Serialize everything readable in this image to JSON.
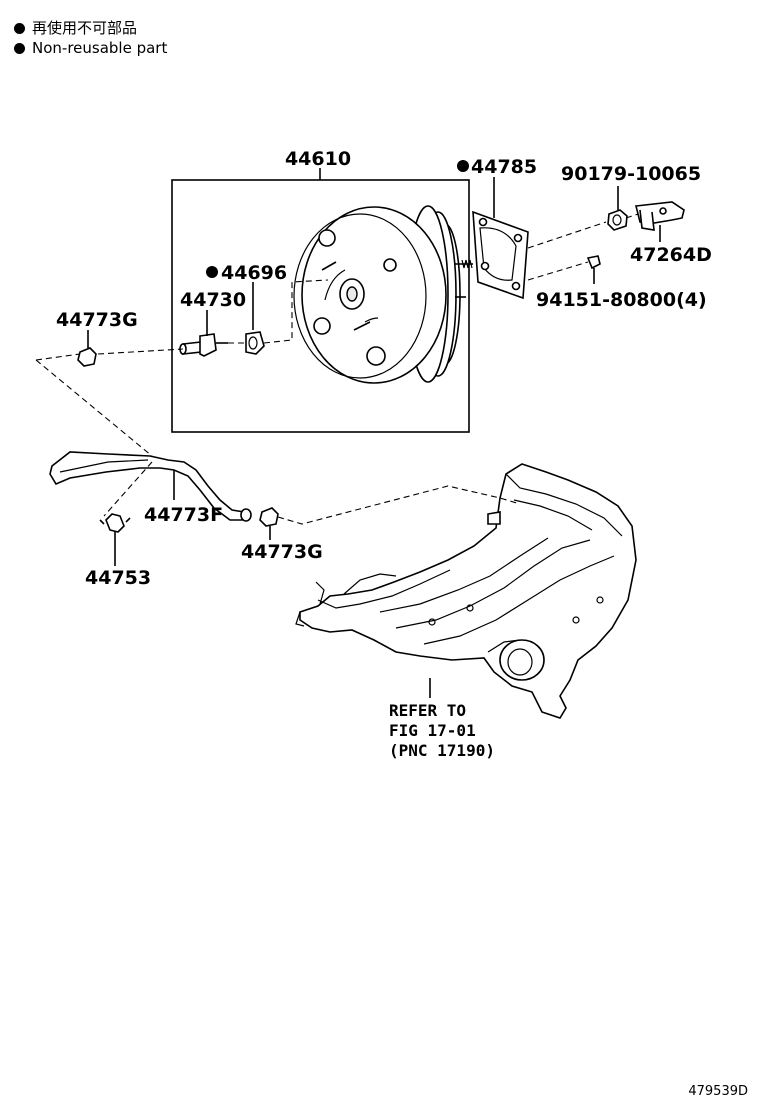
{
  "legend": {
    "jp": "再使用不可部品",
    "en": "Non-reusable part"
  },
  "parts": {
    "booster": "44610",
    "gasket": "44785",
    "nut": "90179-10065",
    "bracket": "47264D",
    "stud_nut": "94151-80800(4)",
    "grommet": "44696",
    "check_valve": "44730",
    "clamp_upper": "44773G",
    "hose": "44773F",
    "clamp_lower": "44773G",
    "clip": "44753"
  },
  "refer": {
    "line1": "REFER TO",
    "line2": "FIG 17-01",
    "line3": "(PNC 17190)"
  },
  "figure_id": "479539D",
  "non_reusable_marker": "●"
}
